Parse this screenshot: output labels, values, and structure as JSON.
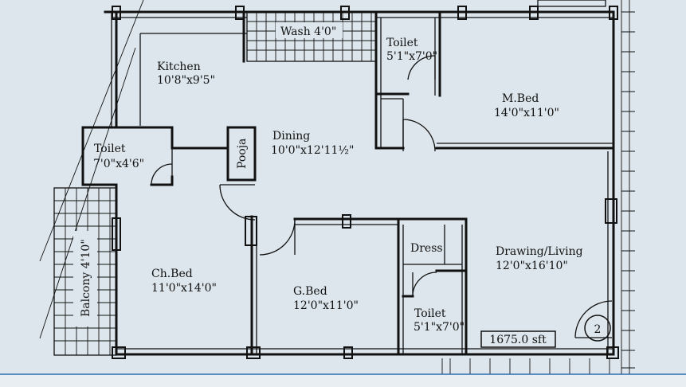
{
  "plan": {
    "area_label": "1675.0 sft",
    "unit_number": "2",
    "colors": {
      "background": "#dde6ec",
      "wall": "#111111",
      "footer_line": "#2b6cb0"
    },
    "rooms": {
      "wash": {
        "name": "Wash 4'0\""
      },
      "kitchen": {
        "name": "Kitchen",
        "size": "10'8\"x9'5\""
      },
      "toilet_top": {
        "name": "Toilet",
        "size": "5'1\"x7'0\""
      },
      "mbed": {
        "name": "M.Bed",
        "size": "14'0\"x11'0\""
      },
      "toilet_left": {
        "name": "Toilet",
        "size": "7'0\"x4'6\""
      },
      "dining": {
        "name": "Dining",
        "size": "10'0\"x12'11½\""
      },
      "pooja": {
        "name": "Pooja"
      },
      "balcony": {
        "name": "Balcony 4'10\""
      },
      "chbed": {
        "name": "Ch.Bed",
        "size": "11'0\"x14'0\""
      },
      "gbed": {
        "name": "G.Bed",
        "size": "12'0\"x11'0\""
      },
      "dress": {
        "name": "Dress"
      },
      "toilet_bottom": {
        "name": "Toilet",
        "size": "5'1\"x7'0\""
      },
      "living": {
        "name": "Drawing/Living",
        "size": "12'0\"x16'10\""
      }
    }
  }
}
